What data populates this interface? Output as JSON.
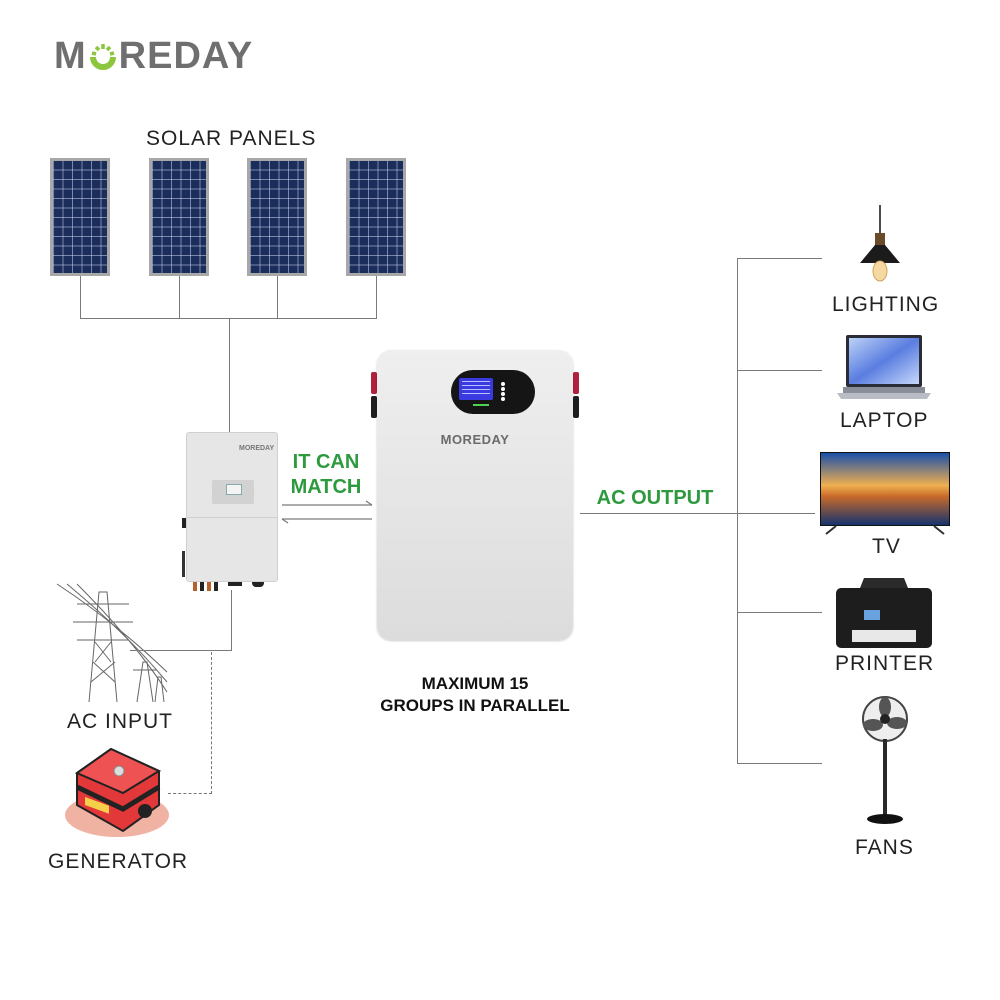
{
  "brand": {
    "name": "MOREDAY",
    "name_prefix": "M",
    "name_suffix": "REDAY",
    "logo_color": "#6f6f6f",
    "accent_color": "#8cc63f"
  },
  "solar": {
    "title": "SOLAR PANELS",
    "panel_count": 4
  },
  "inverter": {
    "brand_label": "MOREDAY"
  },
  "compatibility": {
    "line1": "IT CAN",
    "line2": "MATCH"
  },
  "battery": {
    "brand_label": "MOREDAY",
    "caption_line1": "MAXIMUM 15",
    "caption_line2": "GROUPS IN PARALLEL"
  },
  "ac_output": {
    "label": "AC OUTPUT"
  },
  "inputs": [
    {
      "label": "AC INPUT",
      "icon": "power-tower-icon"
    },
    {
      "label": "GENERATOR",
      "icon": "generator-icon"
    }
  ],
  "loads": [
    {
      "label": "LIGHTING",
      "icon": "pendant-lamp-icon"
    },
    {
      "label": "LAPTOP",
      "icon": "laptop-icon"
    },
    {
      "label": "TV",
      "icon": "tv-icon"
    },
    {
      "label": "PRINTER",
      "icon": "printer-icon"
    },
    {
      "label": "FANS",
      "icon": "fan-icon"
    }
  ],
  "colors": {
    "highlight_text": "#2e9a3e",
    "connector_line": "#7a7a7a",
    "panel_blue": "#1b2d5a",
    "generator_red": "#e2383a"
  }
}
